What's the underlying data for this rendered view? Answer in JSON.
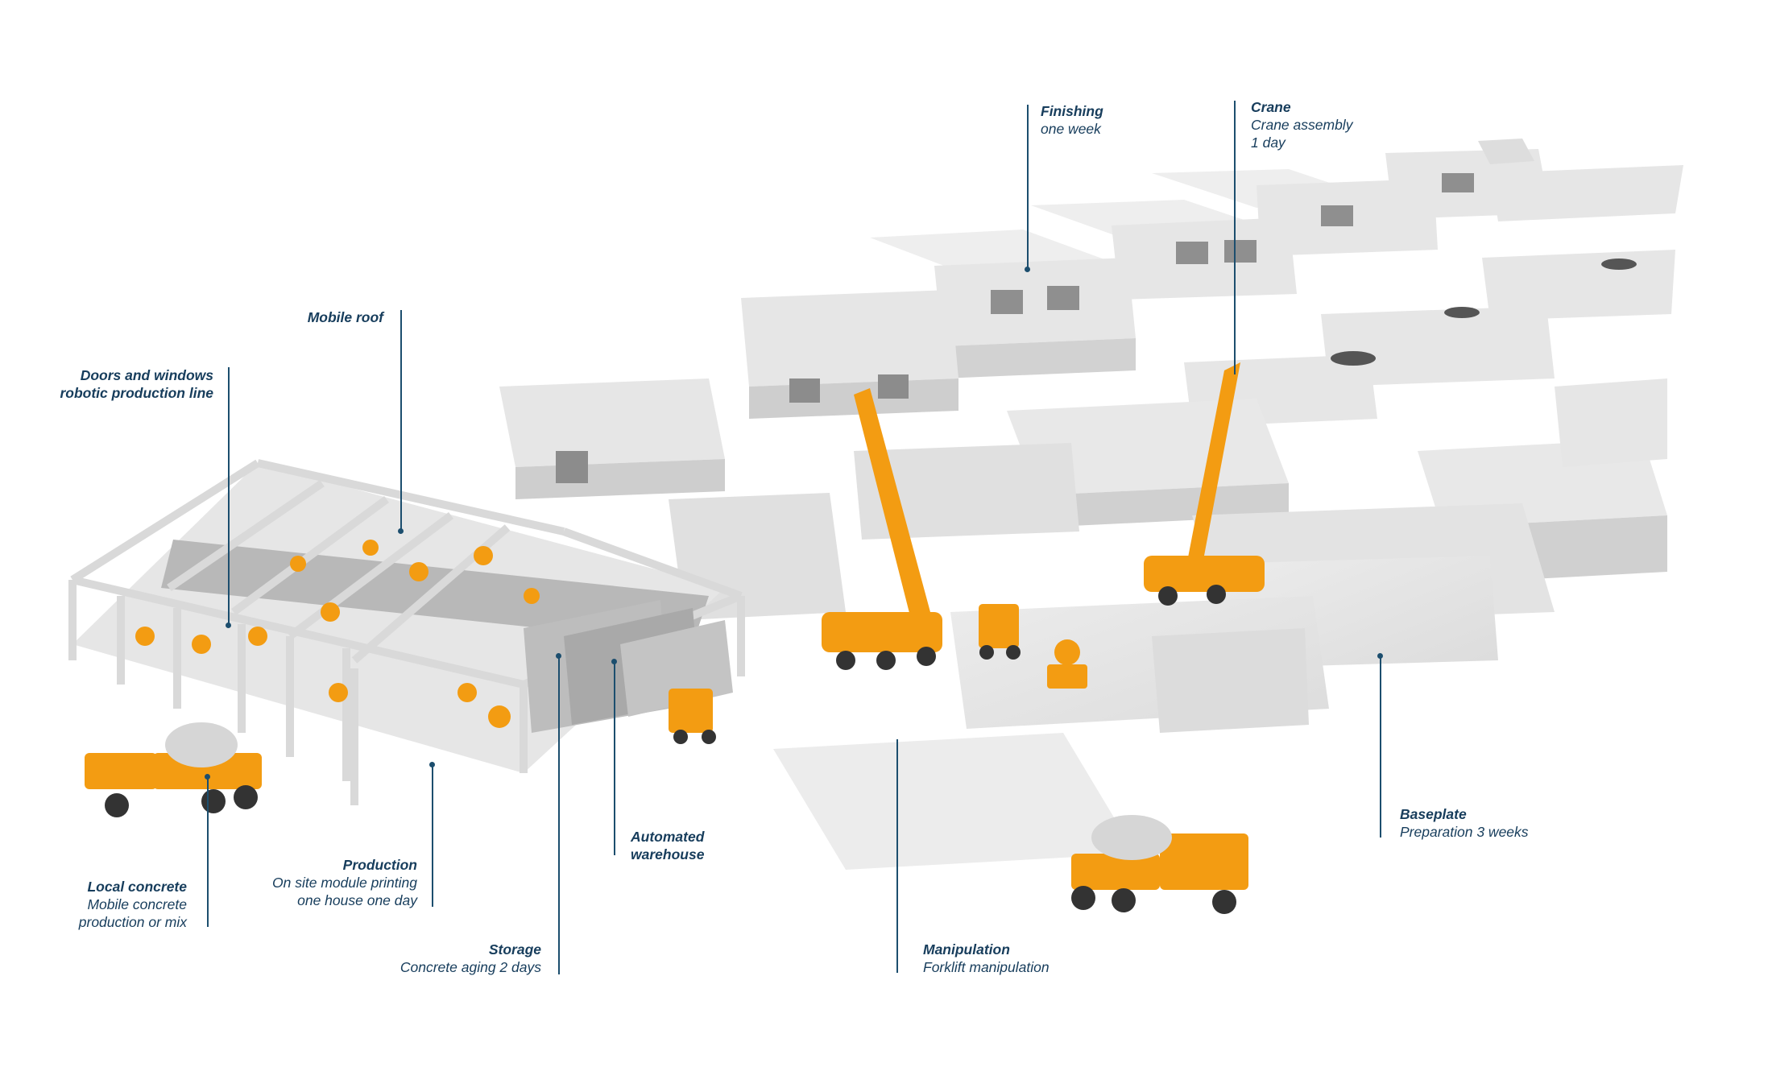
{
  "colors": {
    "label_text": "#173d5c",
    "leader_line": "#1c4e6e",
    "building": "#e4e4e4",
    "building_shade": "#cfcfcf",
    "machinery": "#f39c12",
    "frame": "#d8d8d8"
  },
  "callouts": {
    "mobile_roof": {
      "title": "Mobile roof"
    },
    "doors_windows": {
      "title_line1": "Doors and windows",
      "title_line2": "robotic production line"
    },
    "local_concrete": {
      "title": "Local concrete",
      "line1": "Mobile concrete",
      "line2": "production or mix"
    },
    "production": {
      "title": "Production",
      "line1": "On site module printing",
      "line2": "one house one day"
    },
    "storage": {
      "title": "Storage",
      "line1": "Concrete aging 2 days"
    },
    "warehouse": {
      "title_line1": "Automated",
      "title_line2": "warehouse"
    },
    "finishing": {
      "title": "Finishing",
      "line1": "one week"
    },
    "crane": {
      "title": "Crane",
      "line1": "Crane assembly",
      "line2": "1 day"
    },
    "manipulation": {
      "title": "Manipulation",
      "line1": "Forklift manipulation"
    },
    "baseplate": {
      "title": "Baseplate",
      "line1": "Preparation 3 weeks"
    }
  },
  "illustration": {
    "icons": [
      "building-icon",
      "crane-icon",
      "forklift-icon",
      "concrete-mixer-truck-icon",
      "robot-arm-icon",
      "tent-frame-icon"
    ]
  }
}
